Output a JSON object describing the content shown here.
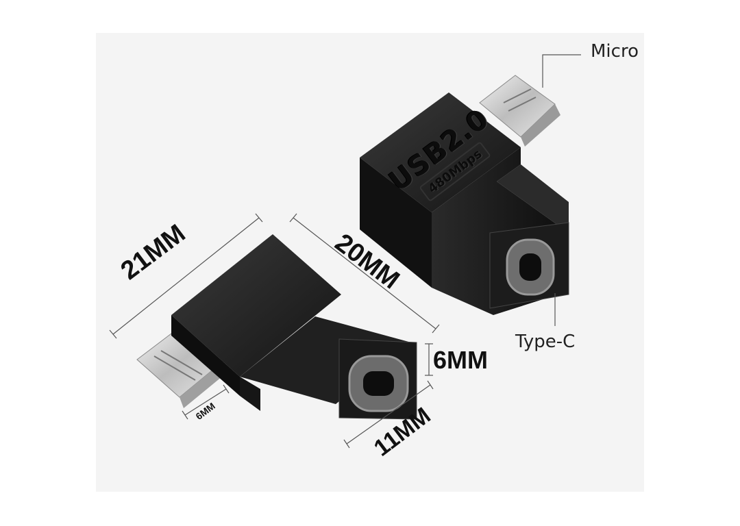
{
  "dimensions": {
    "length_left": "21MM",
    "length_right": "20MM",
    "height": "6MM",
    "width": "11MM",
    "micro_plug_width": "6MM"
  },
  "callouts": {
    "micro": "Micro",
    "type_c": "Type-C"
  },
  "branding": {
    "main": "USB2.0",
    "speed": "480Mbps"
  },
  "colors": {
    "body": "#1b1b1b",
    "metal": "#d9d9d9",
    "background": "#f4f4f4"
  }
}
